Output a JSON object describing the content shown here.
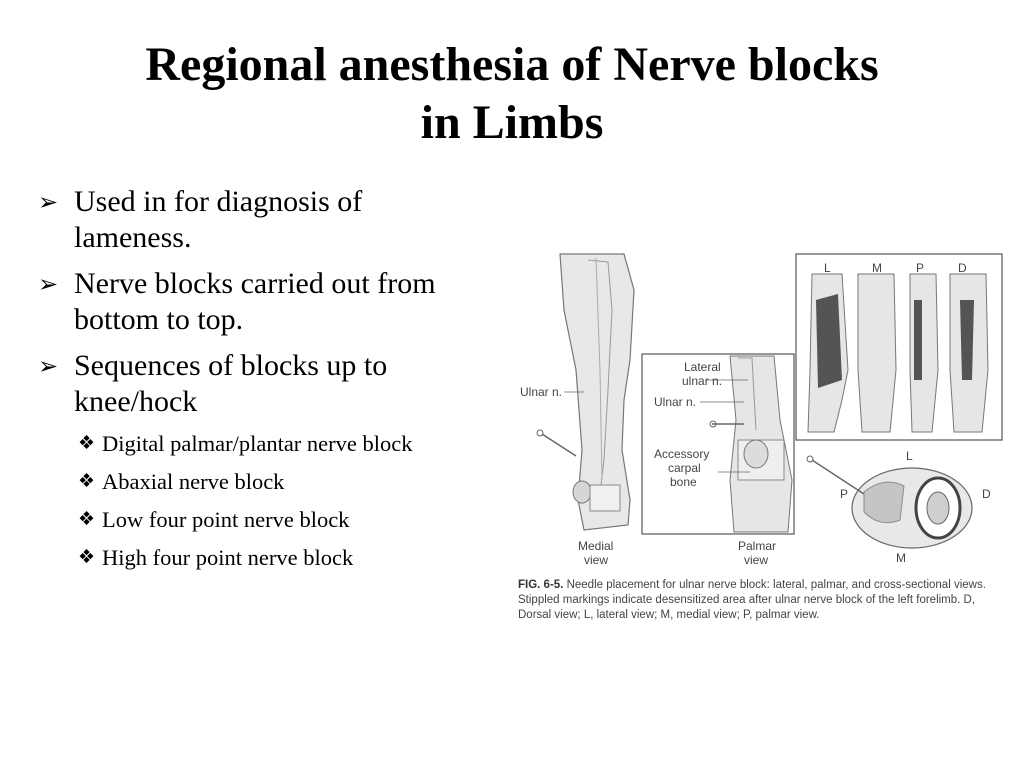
{
  "title": {
    "line1": "Regional anesthesia of Nerve blocks",
    "line2": "in Limbs"
  },
  "bullets": [
    {
      "icon": "arrow-bullet-icon",
      "text": "Used in for diagnosis of lameness."
    },
    {
      "icon": "arrow-bullet-icon",
      "text": "Nerve blocks carried out from bottom to top."
    },
    {
      "icon": "arrow-bullet-icon",
      "text": "Sequences of blocks up to knee/hock"
    }
  ],
  "sub_bullets": [
    {
      "icon": "diamond-bullet-icon",
      "text": "Digital palmar/plantar nerve block"
    },
    {
      "icon": "diamond-bullet-icon",
      "text": "Abaxial nerve block"
    },
    {
      "icon": "diamond-bullet-icon",
      "text": "Low four point nerve block"
    },
    {
      "icon": "diamond-bullet-icon",
      "text": "High four point nerve block"
    }
  ],
  "figure": {
    "labels": {
      "ulnar_n": "Ulnar n.",
      "lateral": "Lateral",
      "ulnar_n_short": "ulnar n.",
      "ulnar_n_inner": "Ulnar n.",
      "accessory": "Accessory",
      "carpal": "carpal",
      "bone": "bone",
      "medial": "Medial",
      "view1": "view",
      "palmar": "Palmar",
      "view2": "view",
      "L": "L",
      "M": "M",
      "P": "P",
      "D": "D",
      "xs_L": "L",
      "xs_P": "P",
      "xs_D": "D",
      "xs_M": "M"
    },
    "caption_label": "FIG. 6-5.",
    "caption_text": "Needle placement for ulnar nerve block: lateral, palmar, and cross-sectional views. Stippled markings indicate desensitized area after ulnar nerve block of the left forelimb. D, Dorsal view; L, lateral view; M, medial view; P, palmar view."
  }
}
